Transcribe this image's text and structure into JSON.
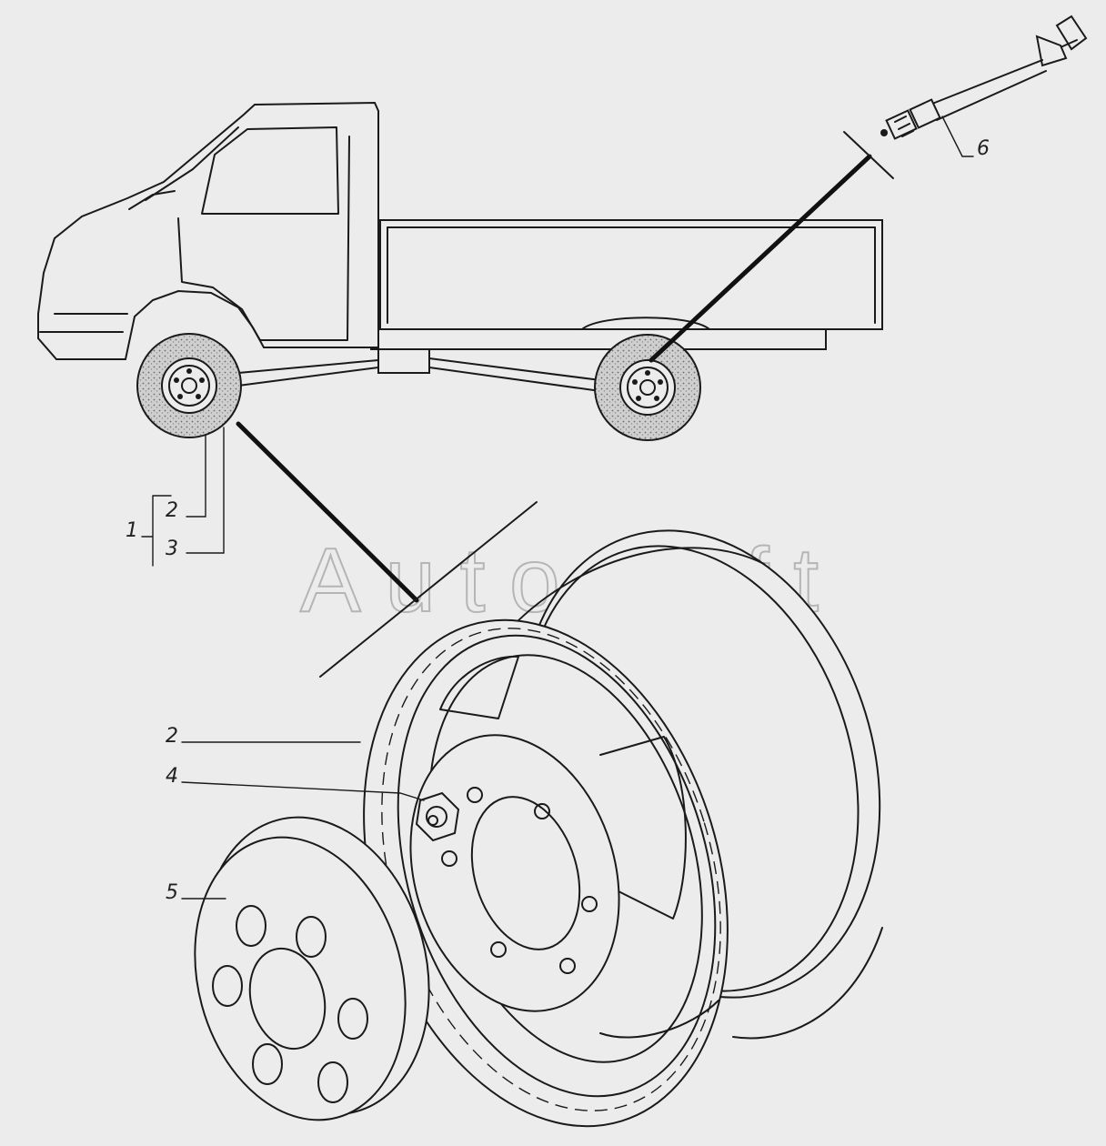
{
  "watermark": "AutoSoft",
  "callouts": {
    "c1": "1",
    "c2_top": "2",
    "c3": "3",
    "c2": "2",
    "c4": "4",
    "c5": "5",
    "c6": "6"
  }
}
